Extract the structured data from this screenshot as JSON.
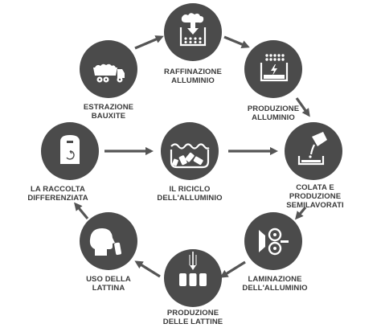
{
  "colors": {
    "circle": "#4b4b4b",
    "arrow": "#555555",
    "icon": "#ffffff",
    "text": "#3a3a3a"
  },
  "steps": [
    {
      "id": "raffinazione",
      "icon": "refinery-icon",
      "line1": "RAFFINAZIONE",
      "line2": "ALLUMINIO"
    },
    {
      "id": "produzione-alluminio",
      "icon": "electrolysis-cell-icon",
      "line1": "PRODUZIONE",
      "line2": "ALLUMINIO"
    },
    {
      "id": "colata",
      "icon": "casting-ladle-icon",
      "line1": "COLATA E",
      "line2": "PRODUZIONE",
      "line3": "SEMILAVORATI"
    },
    {
      "id": "laminazione",
      "icon": "rolling-mill-icon",
      "line1": "LAMINAZIONE",
      "line2": "DELL'ALLUMINIO"
    },
    {
      "id": "produzione-lattine",
      "icon": "can-production-icon",
      "line1": "PRODUZIONE",
      "line2": "DELLE LATTINE"
    },
    {
      "id": "uso-lattina",
      "icon": "drinking-person-icon",
      "line1": "USO DELLA",
      "line2": "LATTINA"
    },
    {
      "id": "raccolta",
      "icon": "recycling-bin-icon",
      "line1": "LA RACCOLTA",
      "line2": "DIFFERENZIATA"
    },
    {
      "id": "estrazione",
      "icon": "mining-truck-icon",
      "line1": "ESTRAZIONE",
      "line2": "BAUXITE"
    }
  ],
  "center": {
    "id": "riciclo",
    "icon": "melting-cans-icon",
    "line1": "IL RICICLO",
    "line2": "DELL'ALLUMINIO"
  }
}
